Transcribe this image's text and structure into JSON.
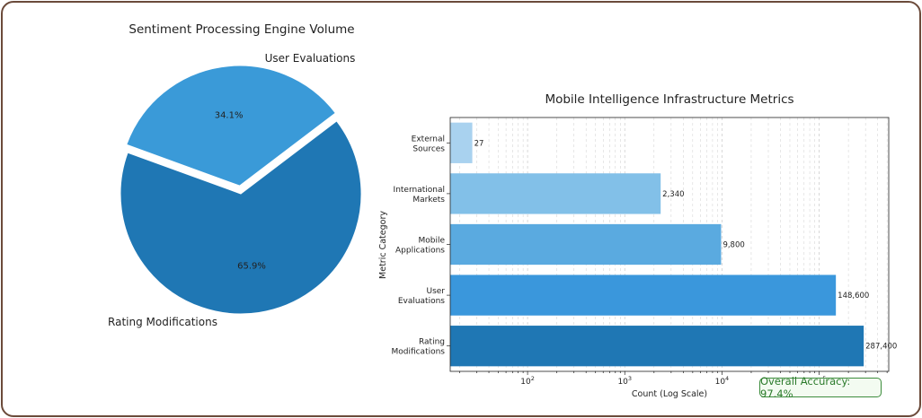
{
  "chart_data": [
    {
      "type": "pie",
      "title": "Sentiment Processing Engine Volume",
      "labels": [
        "User Evaluations",
        "Rating Modifications"
      ],
      "values": [
        34.1,
        65.9
      ],
      "value_labels": [
        "34.1%",
        "65.9%"
      ],
      "exploded": [
        true,
        false
      ],
      "colors": [
        "#3a9ad8",
        "#1f77b4"
      ]
    },
    {
      "type": "bar",
      "orientation": "horizontal",
      "title": "Mobile Intelligence Infrastructure Metrics",
      "xlabel": "Count (Log Scale)",
      "ylabel": "Metric Category",
      "xscale": "log",
      "xlim": [
        16,
        520000
      ],
      "xticks": [
        {
          "value": 100,
          "base": "10",
          "exp": "2"
        },
        {
          "value": 1000,
          "base": "10",
          "exp": "3"
        },
        {
          "value": 10000,
          "base": "10",
          "exp": "4"
        },
        {
          "value": 100000,
          "base": "10",
          "exp": "5"
        }
      ],
      "grid": true,
      "categories": [
        [
          "External",
          "Sources"
        ],
        [
          "International",
          "Markets"
        ],
        [
          "Mobile",
          "Applications"
        ],
        [
          "User",
          "Evaluations"
        ],
        [
          "Rating",
          "Modifications"
        ]
      ],
      "values": [
        27,
        2340,
        9800,
        148600,
        287400
      ],
      "value_labels": [
        "27",
        "2,340",
        "9,800",
        "148,600",
        "287,400"
      ],
      "colors": [
        "#a9d2ef",
        "#82c0e8",
        "#5aaae0",
        "#3a97dc",
        "#1f77b4"
      ]
    }
  ],
  "badge": {
    "text": "Overall Accuracy: 97.4%"
  }
}
